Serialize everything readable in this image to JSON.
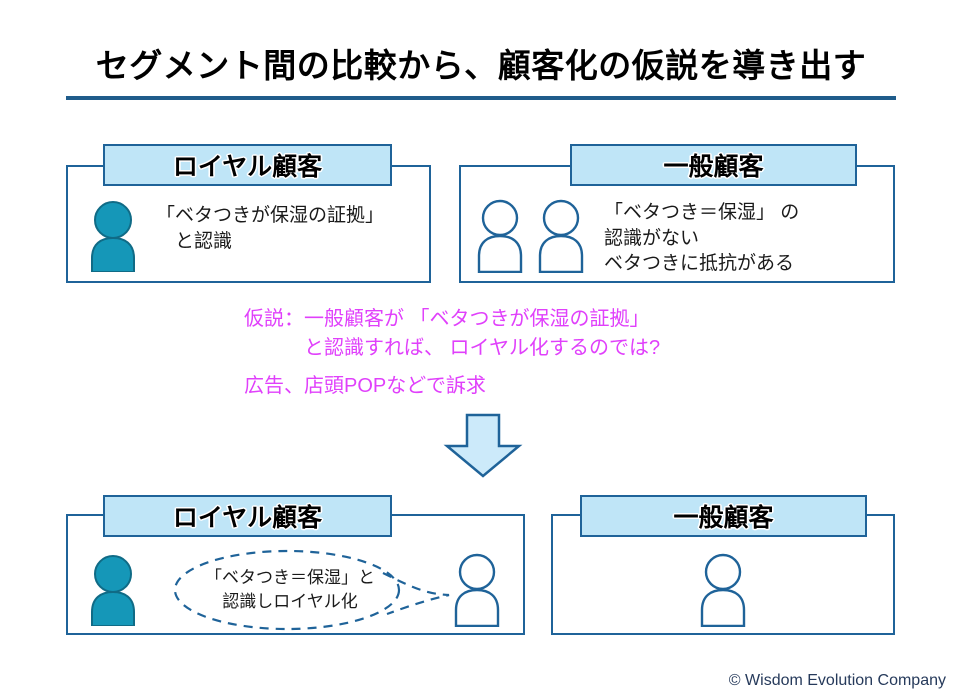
{
  "slide": {
    "title": "セグメント間の比較から、顧客化の仮説を導き出す",
    "footer": "© Wisdom Evolution Company",
    "colors": {
      "tab_fill": "#bfe5f7",
      "box_border": "#1f6399",
      "title_rule": "#1f5c8b",
      "filled_person": "#1597b8",
      "outline_person": "#1f6399",
      "arrow_fill": "#cceafa",
      "arrow_border": "#1f6399",
      "hypothesis_text": "#e040fb",
      "footer_text": "#263a5b"
    }
  },
  "before": {
    "loyal": {
      "tab_label": "ロイヤル顧客",
      "body": "「ベタつきが保湿の証拠」\n　と認識",
      "person_icon": "person-filled-icon"
    },
    "general": {
      "tab_label": "一般顧客",
      "body": "「ベタつき＝保湿」 の\n 認識がない\nベタつきに抵抗がある",
      "person_icons": [
        "person-outline-icon",
        "person-outline-icon"
      ]
    }
  },
  "hypothesis": {
    "statement": "仮説：一般顧客が 「ベタつきが保湿の証拠」\n　　　と認識すれば、 ロイヤル化するのでは?",
    "action": "広告、店頭POPなどで訴求",
    "arrow_icon": "down-arrow-icon"
  },
  "after": {
    "loyal": {
      "tab_label": "ロイヤル顧客",
      "bubble_text": "「ベタつき＝保湿」と\n認識しロイヤル化",
      "bubble_icon": "dashed-speech-bubble-icon",
      "person_icons": [
        "person-filled-icon",
        "person-outline-icon"
      ]
    },
    "general": {
      "tab_label": "一般顧客",
      "person_icon": "person-outline-icon"
    }
  }
}
